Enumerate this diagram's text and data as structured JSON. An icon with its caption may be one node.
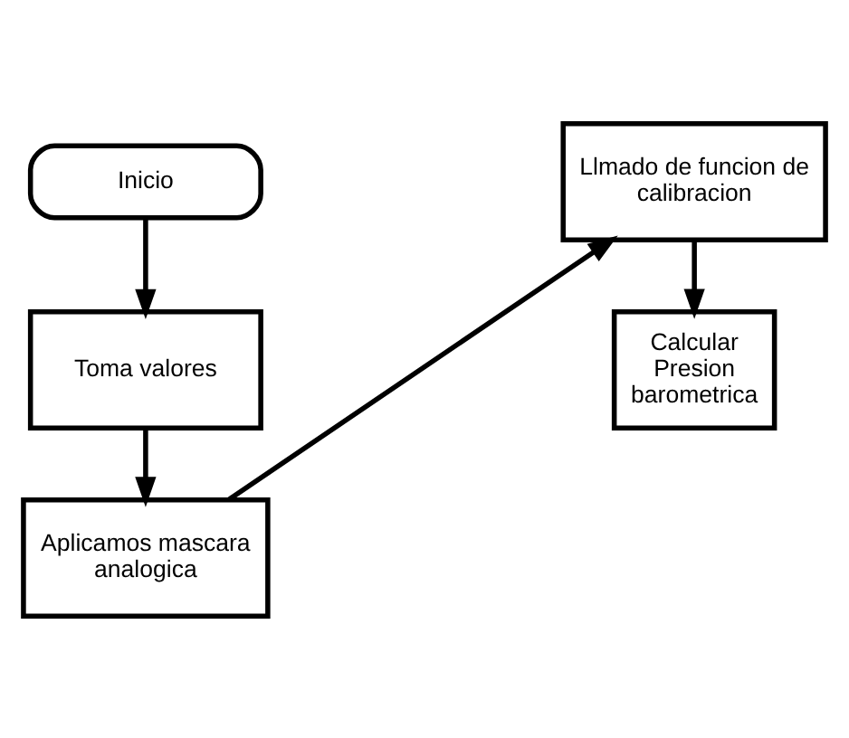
{
  "diagram": {
    "nodes": [
      {
        "text": [
          "Inicio"
        ]
      },
      {
        "text": [
          "Toma valores"
        ]
      },
      {
        "text": [
          "Aplicamos mascara analogica"
        ]
      },
      {
        "text": [
          "Llmado de funcion de calibracion"
        ]
      },
      {
        "text": [
          "Calcular Presion barometrica"
        ]
      }
    ],
    "edges": [
      {
        "from": 0,
        "to": 1,
        "arrow": "to"
      },
      {
        "from": 1,
        "to": 2,
        "arrow": "to"
      },
      {
        "from": 2,
        "to": 3,
        "arrow": "to"
      },
      {
        "from": 3,
        "to": 4,
        "arrow": "to"
      }
    ]
  }
}
